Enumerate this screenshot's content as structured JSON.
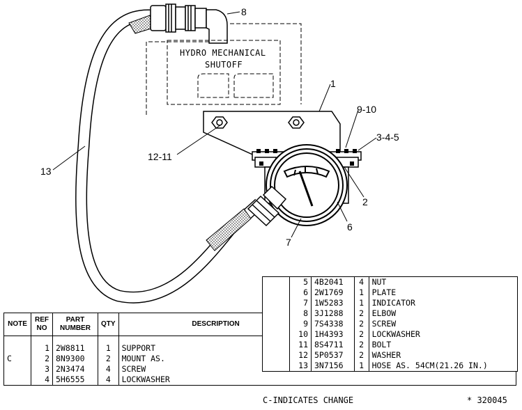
{
  "drawing": {
    "label_line1": "HYDRO MECHANICAL",
    "label_line2": "SHUTOFF",
    "callouts": {
      "c1": "1",
      "c2": "2",
      "c345": "3-4-5",
      "c6": "6",
      "c7": "7",
      "c8": "8",
      "c910": "9-10",
      "c1211": "12-11",
      "c13": "13"
    }
  },
  "left_table": {
    "headers": {
      "note": "NOTE",
      "ref_line1": "REF",
      "ref_line2": "NO",
      "part_line1": "PART",
      "part_line2": "NUMBER",
      "qty": "QTY",
      "description": "DESCRIPTION"
    },
    "rows": [
      {
        "note": "",
        "ref": "1",
        "part": "2W8811",
        "qty": "1",
        "desc": "SUPPORT"
      },
      {
        "note": "C",
        "ref": "2",
        "part": "8N9300",
        "qty": "2",
        "desc": "MOUNT AS."
      },
      {
        "note": "",
        "ref": "3",
        "part": "2N3474",
        "qty": "4",
        "desc": "SCREW"
      },
      {
        "note": "",
        "ref": "4",
        "part": "5H6555",
        "qty": "4",
        "desc": "LOCKWASHER"
      }
    ]
  },
  "right_table": {
    "rows": [
      {
        "note": "",
        "ref": "5",
        "part": "4B2041",
        "qty": "4",
        "desc": "NUT"
      },
      {
        "note": "",
        "ref": "6",
        "part": "2W1769",
        "qty": "1",
        "desc": "PLATE"
      },
      {
        "note": "",
        "ref": "7",
        "part": "1W5283",
        "qty": "1",
        "desc": "INDICATOR"
      },
      {
        "note": "",
        "ref": "8",
        "part": "3J1288",
        "qty": "2",
        "desc": "ELBOW"
      },
      {
        "note": "",
        "ref": "9",
        "part": "7S4338",
        "qty": "2",
        "desc": "SCREW"
      },
      {
        "note": "",
        "ref": "10",
        "part": "1H4393",
        "qty": "2",
        "desc": "LOCKWASHER"
      },
      {
        "note": "",
        "ref": "11",
        "part": "8S4711",
        "qty": "2",
        "desc": "BOLT"
      },
      {
        "note": "",
        "ref": "12",
        "part": "5P0537",
        "qty": "2",
        "desc": "WASHER"
      },
      {
        "note": "",
        "ref": "13",
        "part": "3N7156",
        "qty": "1",
        "desc": "HOSE AS. 54CM(21.26 IN.)"
      }
    ]
  },
  "footer": {
    "change_note": "C-INDICATES CHANGE",
    "doc_number": "* 320045"
  }
}
